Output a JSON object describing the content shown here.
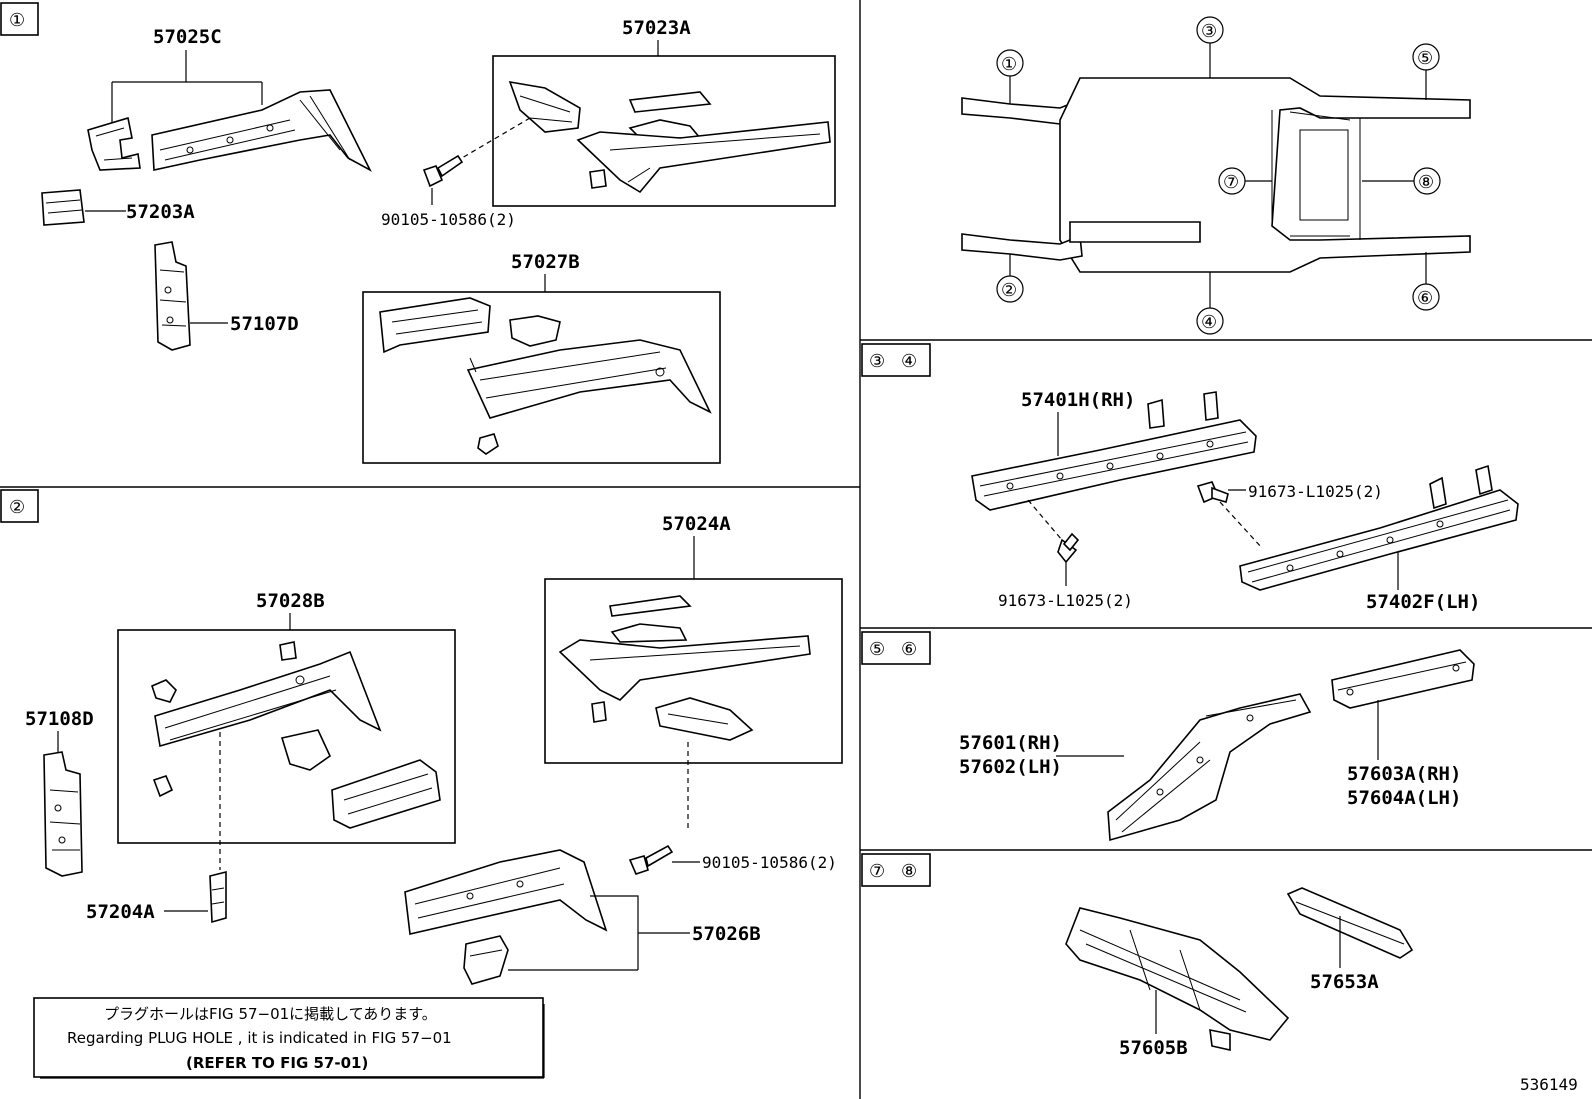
{
  "sections": {
    "s1": "①",
    "s2": "②",
    "s34a": "③",
    "s34b": "④",
    "s56a": "⑤",
    "s56b": "⑥",
    "s78a": "⑦",
    "s78b": "⑧"
  },
  "overview": {
    "c1": "①",
    "c2": "②",
    "c3": "③",
    "c4": "④",
    "c5": "⑤",
    "c6": "⑥",
    "c7": "⑦",
    "c8": "⑧"
  },
  "parts": {
    "p57025C": "57025C",
    "p57023A": "57023A",
    "p57203A": "57203A",
    "p90105a": "90105-10586(2)",
    "p57107D": "57107D",
    "p57027B": "57027B",
    "p57024A": "57024A",
    "p57028B": "57028B",
    "p57108D": "57108D",
    "p90105b": "90105-10586(2)",
    "p57204A": "57204A",
    "p57026B": "57026B",
    "p57401H": "57401H(RH)",
    "p91673a": "91673-L1025(2)",
    "p91673b": "91673-L1025(2)",
    "p57402F": "57402F(LH)",
    "p57601": "57601(RH)",
    "p57602": "57602(LH)",
    "p57603A": "57603A(RH)",
    "p57604A": "57604A(LH)",
    "p57653A": "57653A",
    "p57605B": "57605B"
  },
  "note": {
    "line1": "プラグホールはFIG 57−01に掲載してあります。",
    "line2": "Regarding  PLUG  HOLE , it is indicated in FIG  57−01",
    "line3": "(REFER TO FIG 57-01)"
  },
  "figure_id": "536149"
}
